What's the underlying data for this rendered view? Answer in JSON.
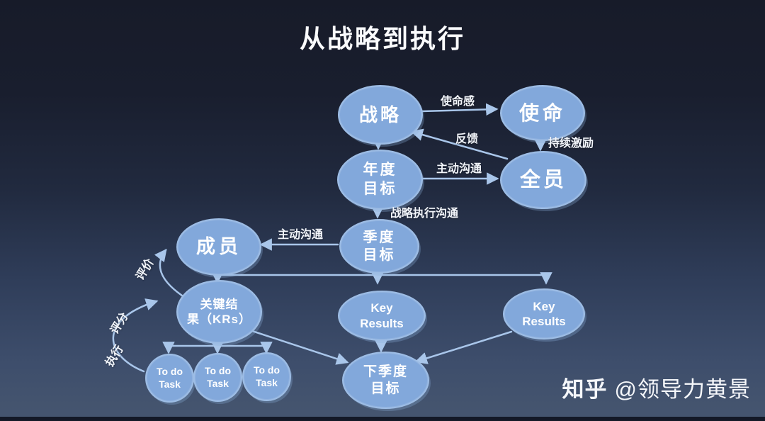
{
  "title": "从战略到执行",
  "watermark": {
    "brand": "知乎",
    "handle": "@领导力黄景"
  },
  "colors": {
    "background_top": "#171b29",
    "background_bottom": "#45556f",
    "node_fill": "#82a8db",
    "arrow": "#a9c6ea",
    "text": "#ffffff"
  },
  "nodes": {
    "strategy": {
      "label": "战略"
    },
    "mission": {
      "label": "使命"
    },
    "annual_goal": {
      "label": "年度\n目标"
    },
    "all_staff": {
      "label": "全员"
    },
    "member": {
      "label": "成员"
    },
    "quarterly_goal": {
      "label": "季度\n目标"
    },
    "key_results_krs": {
      "label": "关键结\n果（KRs）"
    },
    "key_results_center": {
      "label": "Key\nResults"
    },
    "key_results_right": {
      "label": "Key\nResults"
    },
    "todo_tasks": [
      {
        "label": "To do\nTask"
      },
      {
        "label": "To do\nTask"
      },
      {
        "label": "To do\nTask"
      }
    ],
    "next_quarter_goal": {
      "label": "下季度\n目标"
    }
  },
  "edge_labels": {
    "mission_sense": "使命感",
    "feedback": "反馈",
    "continuous_motivation": "持续激励",
    "proactive_communication_top": "主动沟通",
    "strategy_execution_communication": "战略执行沟通",
    "proactive_communication_mid": "主动沟通",
    "evaluate": "评价",
    "score": "评分",
    "execute": "执行"
  }
}
